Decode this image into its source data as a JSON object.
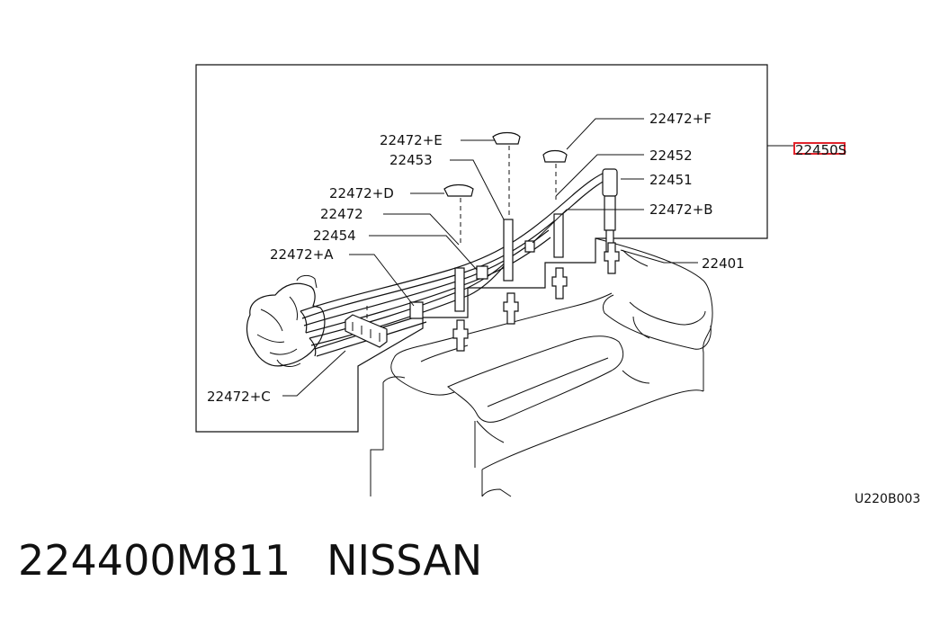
{
  "labels": {
    "l_22472F": "22472+F",
    "l_22472E": "22472+E",
    "l_22453": "22453",
    "l_22452": "22452",
    "l_22451": "22451",
    "l_22472D": "22472+D",
    "l_22472": "22472",
    "l_22472B": "22472+B",
    "l_22454": "22454",
    "l_22472A": "22472+A",
    "l_22401": "22401",
    "l_22472C": "22472+C",
    "l_22450S": "22450S"
  },
  "figure_ref": "U220B003",
  "caption": {
    "part_number": "224400M811",
    "brand": "NISSAN"
  },
  "highlight_color": "#e0242c"
}
